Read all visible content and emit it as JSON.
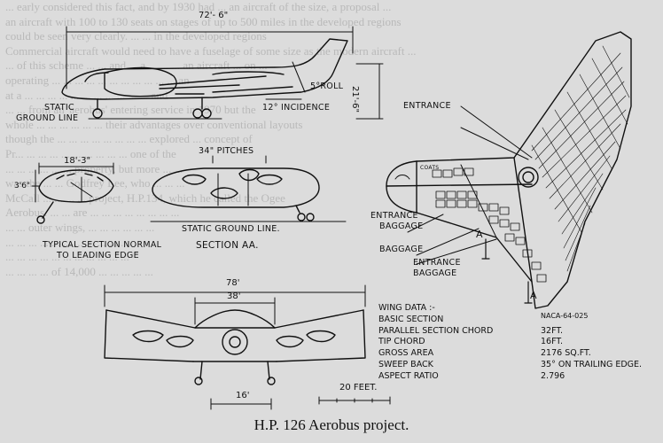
{
  "background_text": [
    "... early considered this fact, and by 1930 had ... an aircraft of the size, a proposal ...",
    "an aircraft with 100 to 130 seats on stages of up to 500 miles in the developed regions",
    "could be seen very clearly. ... ... in the developed regions",
    "Commercial aircraft would need to have a fuselage of some size as the modern aircraft ...",
    "... of this scheme ... ... and ... a ... ... ... an aircraft ... on ...",
    "operating ... ... ... ... ... ... ... ... ... ... ... an",
    "at a ... ... ... ... ... ... ... ... ... ... ... and",
    "... ... from an 'aerobus' entering service in 1970 but the",
    "whole ... ... ... ... ... ... their advantages over conventional layouts",
    "though the ... ... ... ... ... ... ... ... explored ... concept of",
    "Pr... ... ... ... ... ... ... ... ... ... one of the",
    "... ... ... ... ... ... property, but more ... ...",
    "was the ... ... Godfrey Lee, who ... ... ...",
    "McCall ... ... ... ... project, H.P.134, which he called the Ogee",
    "Aerobus. ... ... are ... ... ... ... ... ... ... ...",
    "... ... outer wings, ... ... ... ... ... ...",
    "... ... ... ... ... ... ... ... ... ... ...",
    "... ... ... ... ... ... ... ... ... ... ...",
    "... ... ... ... of 14,000 ... ... ... ... ...",
    "",
    "",
    "",
    "",
    "",
    "",
    "",
    "",
    ""
  ],
  "labels": {
    "overall_length": "72'- 6\"",
    "roll": "5°ROLL",
    "incidence": "12° INCIDENCE",
    "height": "21'-6\"",
    "static_ground_line_1": "STATIC",
    "static_ground_line_2": "GROUND LINE",
    "section_width": "18'-3\"",
    "section_height": "3'6\"",
    "pitches": "34\" PITCHES",
    "static_ground_line_aa": "STATIC GROUND LINE.",
    "typical_section_1": "TYPICAL SECTION NORMAL",
    "typical_section_2": "TO LEADING EDGE",
    "section_aa": "SECTION AA.",
    "entrance_top": "ENTRANCE",
    "coats": "COATS",
    "entrance_baggage_1a": "ENTRANCE",
    "entrance_baggage_1b": "BAGGAGE",
    "baggage": "BAGGAGE",
    "entrance_baggage_2a": "ENTRANCE",
    "entrance_baggage_2b": "BAGGAGE",
    "section_a_top": "A",
    "section_a_bottom": "A",
    "span": "78'",
    "parallel_span": "38'",
    "track": "16'",
    "scale": "20 FEET."
  },
  "wing_data": {
    "title": "WING DATA :-",
    "rows": [
      {
        "key": "BASIC SECTION",
        "value": "NACA-64-025"
      },
      {
        "key": "PARALLEL SECTION CHORD",
        "value": "32FT."
      },
      {
        "key": "TIP CHORD",
        "value": "16FT."
      },
      {
        "key": "GROSS AREA",
        "value": "2176 SQ.FT."
      },
      {
        "key": "SWEEP BACK",
        "value": "35° ON TRAILING EDGE."
      },
      {
        "key": "ASPECT RATIO",
        "value": "2.796"
      }
    ]
  },
  "caption": "H.P. 126 Aerobus project."
}
